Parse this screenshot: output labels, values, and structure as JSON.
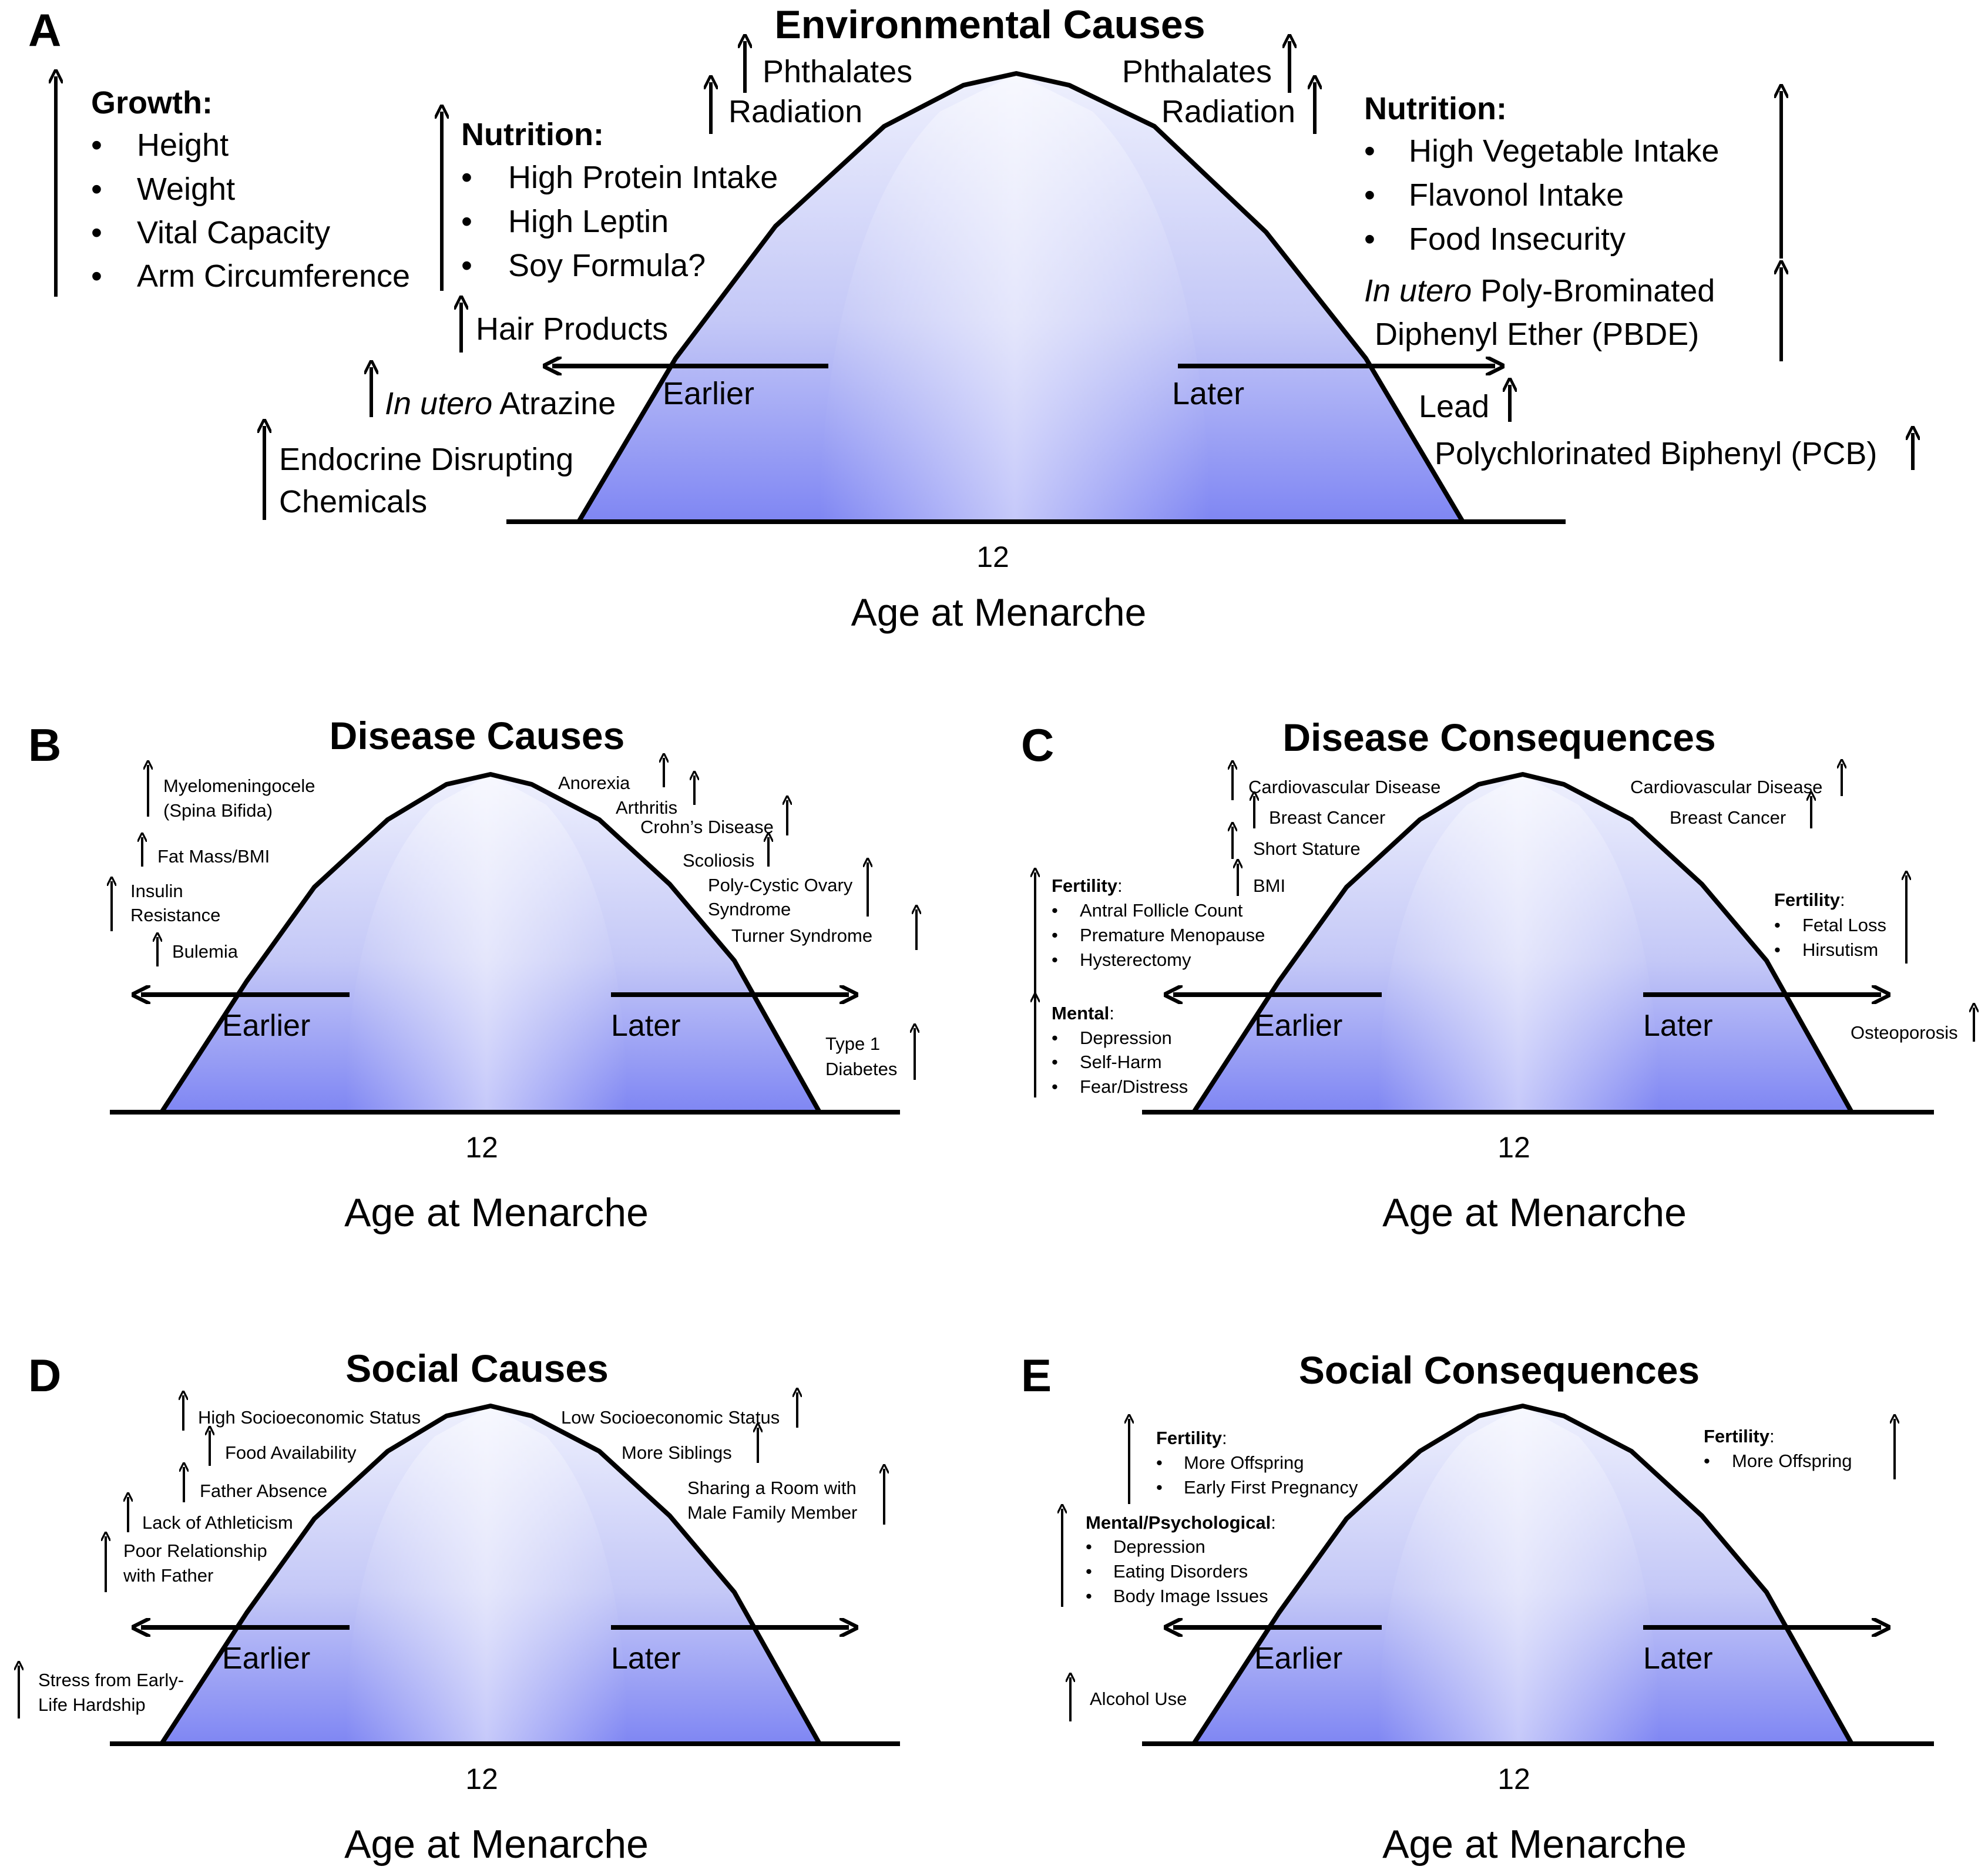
{
  "panel_a": {
    "letter": "A",
    "title": "Environmental Causes",
    "axis_tick": "12",
    "axis_label": "Age at Menarche",
    "earlier": "Earlier",
    "later": "Later",
    "growth_heading": "Growth:",
    "growth_items": [
      "Height",
      "Weight",
      "Vital Capacity",
      "Arm Circumference"
    ],
    "nutrition_left_heading": "Nutrition:",
    "nutrition_left_items": [
      "High Protein Intake",
      "High Leptin",
      "Soy Formula?"
    ],
    "hair_products": "Hair Products",
    "atrazine_italic": "In utero",
    "atrazine_rest": " Atrazine",
    "edc_line1": "Endocrine Disrupting",
    "edc_line2": "Chemicals",
    "left_phthalates": "Phthalates",
    "left_radiation": "Radiation",
    "right_phthalates": "Phthalates",
    "right_radiation": "Radiation",
    "nutrition_right_heading": "Nutrition:",
    "nutrition_right_items": [
      "High Vegetable Intake",
      "Flavonol Intake",
      "Food Insecurity"
    ],
    "pbde_italic": "In utero",
    "pbde_rest": " Poly-Brominated",
    "pbde_line2": "Diphenyl Ether (PBDE)",
    "lead": "Lead",
    "pcb": "Polychlorinated Biphenyl (PCB)"
  },
  "panel_b": {
    "letter": "B",
    "title": "Disease Causes",
    "axis_tick": "12",
    "axis_label": "Age at Menarche",
    "earlier": "Earlier",
    "later": "Later",
    "left": {
      "myelo_1": "Myelomeningocele",
      "myelo_2": "(Spina Bifida)",
      "fat": "Fat Mass/BMI",
      "insulin_1": "Insulin",
      "insulin_2": "Resistance",
      "bulemia": "Bulemia"
    },
    "right": {
      "anorexia": "Anorexia",
      "arthritis": "Arthritis",
      "crohns": "Crohn’s Disease",
      "scoliosis": "Scoliosis",
      "pcos_1": "Poly-Cystic Ovary",
      "pcos_2": "Syndrome",
      "turner": "Turner Syndrome",
      "t1d_1": "Type 1",
      "t1d_2": "Diabetes"
    }
  },
  "panel_c": {
    "letter": "C",
    "title": "Disease Consequences",
    "axis_tick": "12",
    "axis_label": "Age at Menarche",
    "earlier": "Earlier",
    "later": "Later",
    "left": {
      "cvd": "Cardiovascular Disease",
      "breast": "Breast Cancer",
      "stature": "Short Stature",
      "bmi": "BMI",
      "fertility_heading": "Fertility",
      "fertility_items": [
        "Antral Follicle Count",
        "Premature Menopause",
        "Hysterectomy"
      ],
      "mental_heading": "Mental",
      "mental_items": [
        "Depression",
        "Self-Harm",
        "Fear/Distress"
      ]
    },
    "right": {
      "cvd": "Cardiovascular Disease",
      "breast": "Breast Cancer",
      "fertility_heading": "Fertility",
      "fertility_items": [
        "Fetal Loss",
        "Hirsutism"
      ],
      "osteoporosis": "Osteoporosis"
    }
  },
  "panel_d": {
    "letter": "D",
    "title": "Social Causes",
    "axis_tick": "12",
    "axis_label": "Age at Menarche",
    "earlier": "Earlier",
    "later": "Later",
    "left": {
      "high_ses": "High Socioeconomic Status",
      "food": "Food Availability",
      "father_absence": "Father Absence",
      "athleticism": "Lack of Athleticism",
      "poor_rel_1": "Poor Relationship",
      "poor_rel_2": "with Father",
      "stress_1": "Stress from Early-",
      "stress_2": "Life Hardship"
    },
    "right": {
      "low_ses": "Low Socioeconomic Status",
      "siblings": "More Siblings",
      "room_1": "Sharing a Room with",
      "room_2": "Male Family Member"
    }
  },
  "panel_e": {
    "letter": "E",
    "title": "Social Consequences",
    "axis_tick": "12",
    "axis_label": "Age at Menarche",
    "earlier": "Earlier",
    "later": "Later",
    "left": {
      "fertility_heading": "Fertility",
      "fertility_items": [
        "More Offspring",
        "Early First Pregnancy"
      ],
      "mental_heading": "Mental/Psychological",
      "mental_items": [
        "Depression",
        "Eating Disorders",
        "Body Image Issues"
      ],
      "alcohol": "Alcohol Use"
    },
    "right": {
      "fertility_heading": "Fertility",
      "fertility_items": [
        "More Offspring"
      ]
    }
  },
  "colors": {
    "bell_fill_light": "#eef0fd",
    "bell_fill_mid": "#c8ccf8",
    "bell_fill_dark": "#7f86f3",
    "stroke": "#000000"
  }
}
